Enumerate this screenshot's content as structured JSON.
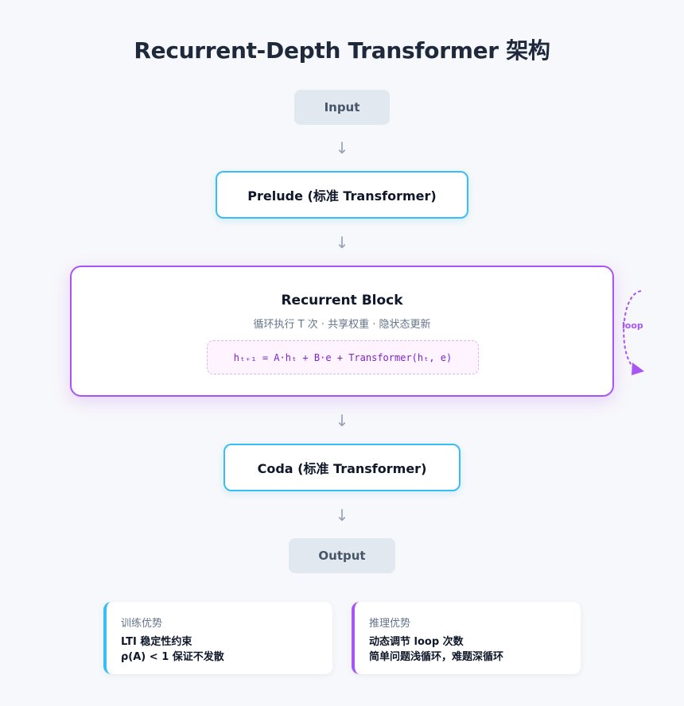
{
  "title": "Recurrent-Depth Transformer 架构",
  "input": "Input",
  "prelude": "Prelude (标准 Transformer)",
  "recurrent": {
    "title": "Recurrent Block",
    "subtitle": "循环执行 T 次 · 共享权重 · 隐状态更新",
    "formula": "hₜ₊₁ = A·hₜ + B·e + Transformer(hₜ, e)",
    "loop_label": "loop"
  },
  "coda": "Coda (标准 Transformer)",
  "output": "Output",
  "arrow_glyph": "↓",
  "cards": {
    "training": {
      "heading": "训练优势",
      "line1": "LTI 稳定性约束",
      "line2": "ρ(A) < 1 保证不发散"
    },
    "inference": {
      "heading": "推理优势",
      "line1": "动态调节 loop 次数",
      "line2": "简单问题浅循环，难题深循环"
    }
  },
  "colors": {
    "accent_blue": "#38bdf8",
    "accent_purple": "#a855f7",
    "io_fill": "#e2e8f0"
  }
}
